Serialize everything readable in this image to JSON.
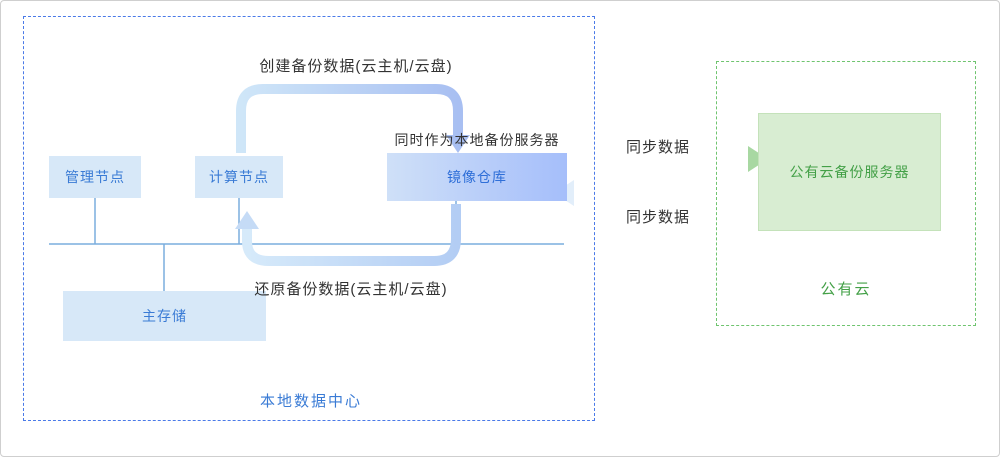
{
  "local": {
    "region_label": "本地数据中心",
    "nodes": {
      "mgmt": "管理节点",
      "compute": "计算节点",
      "mirror": "镜像仓库",
      "mirror_note": "同时作为本地备份服务器",
      "storage": "主存储"
    },
    "flows": {
      "create": "创建备份数据(云主机/云盘)",
      "restore": "还原备份数据(云主机/云盘)"
    }
  },
  "cloud": {
    "region_label": "公有云",
    "server": "公有云备份服务器"
  },
  "sync": {
    "to_cloud": "同步数据",
    "from_cloud": "同步数据"
  },
  "colors": {
    "blue_text": "#3a7bd5",
    "green_text": "#43a047",
    "node_fill": "#d7e8f8",
    "mirror_gradient_start": "#cfe0f8",
    "mirror_gradient_end": "#a5befa",
    "cloud_server_fill": "#d8edd2",
    "local_border": "#4a7ae8",
    "cloud_border": "#6fc46f",
    "connector_line": "#7aadde"
  }
}
